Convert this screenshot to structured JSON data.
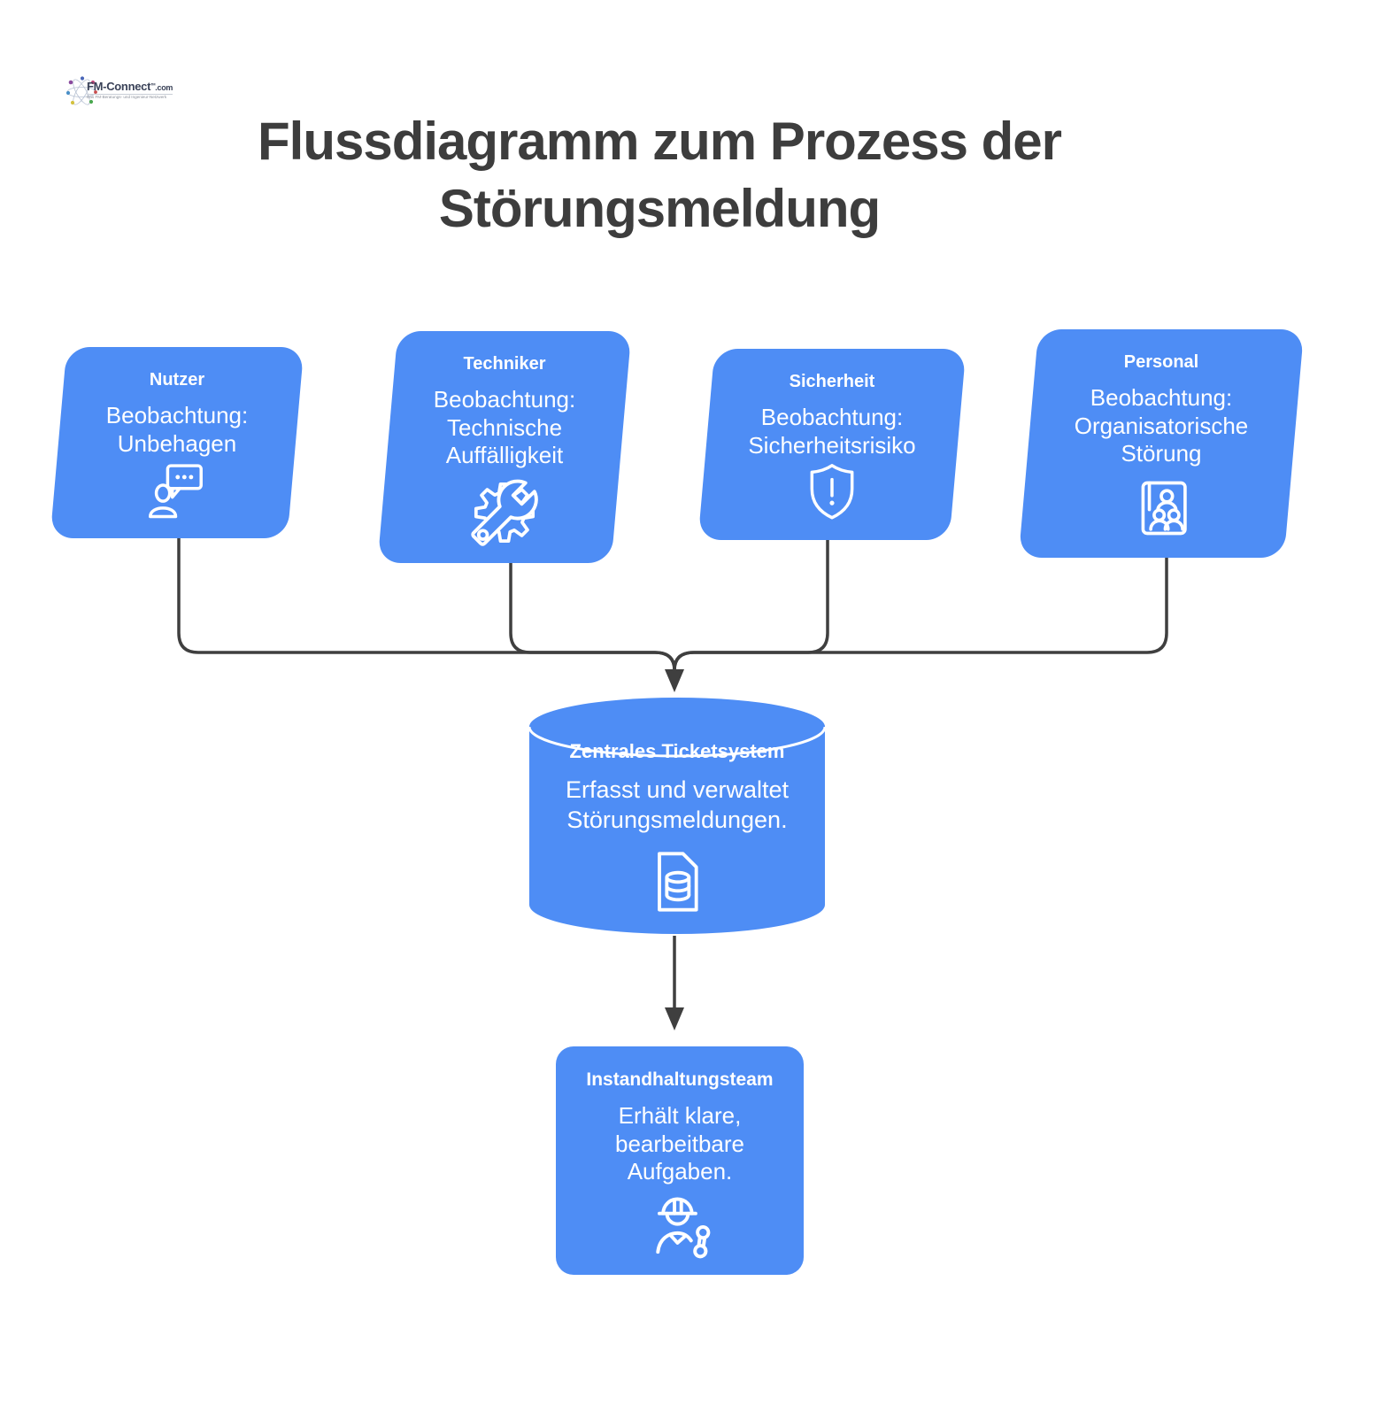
{
  "logo": {
    "brand": "FM-Connect",
    "tm": "TM",
    "tld": ".com",
    "tagline": "Das FM-Beratungs- und Ingenieur-Netzwerk"
  },
  "title": "Flussdiagramm zum Prozess der Störungsmeldung",
  "colors": {
    "box_blue": "#4e8df5",
    "line": "#3f3f3f",
    "title_text": "#3d3d3d",
    "box_text": "#ffffff"
  },
  "sources": [
    {
      "title": "Nutzer",
      "body": "Beobachtung: Unbehagen",
      "icon": "user-chat-icon"
    },
    {
      "title": "Techniker",
      "body": "Beobachtung: Technische Auffälligkeit",
      "icon": "gear-wrench-icon"
    },
    {
      "title": "Sicherheit",
      "body": "Beobachtung: Sicherheitsrisiko",
      "icon": "shield-alert-icon"
    },
    {
      "title": "Personal",
      "body": "Beobachtung: Organisatorische Störung",
      "icon": "team-card-icon"
    }
  ],
  "ticket_system": {
    "title": "Zentrales Ticketsystem",
    "body": "Erfasst und verwaltet Störungsmeldungen.",
    "icon": "database-document-icon"
  },
  "maintenance_team": {
    "title": "Instandhaltungsteam",
    "body": "Erhält klare, bearbeitbare Aufgaben.",
    "icon": "worker-wrench-icon"
  }
}
